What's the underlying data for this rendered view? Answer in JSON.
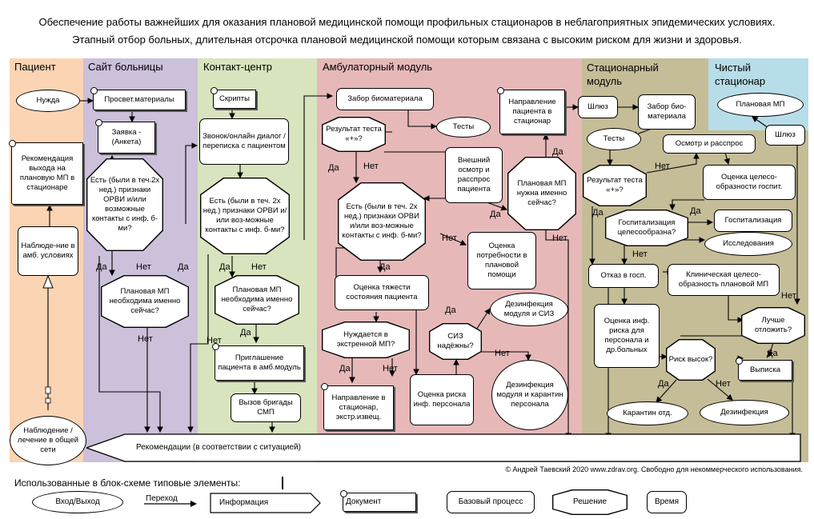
{
  "title": {
    "line1": "Обеспечение работы важнейших для оказания плановой медицинской помощи профильных стационаров в неблагоприятных эпидемических условиях.",
    "line2": "Этапный отбор больных, длительная отсрочка плановой медицинской помощи которым связана с высоким риском для жизни и здоровья."
  },
  "lanes": {
    "patient": "Пациент",
    "site": "Сайт больницы",
    "contact": "Контакт-центр",
    "ambulatory": "Амбулаторный модуль",
    "inpatient": "Стационарный модуль",
    "clean": "Чистый стационар"
  },
  "colors": {
    "patient": "#fbd4b4",
    "site": "#ccc0da",
    "contact": "#d7e4bd",
    "ambulatory": "#e6b9b8",
    "inpatient": "#c4bd97",
    "clean": "#b7dde8"
  },
  "nodes": {
    "need": "Нужда",
    "recommendation_exit": "Рекомендация выхода на плановую МП в стационаре",
    "observation_amb": "Наблюде-ние в амб. условиях",
    "observation_general": "Наблюдение /лечение в общей сети",
    "edu_materials": "Просвет.материалы",
    "application": "Заявка - (Анкета)",
    "site_arvi": "Есть (были в теч.2х нед.) признаки ОРВИ и/или возможные контакты с инф. б-ми?",
    "site_planned": "Плановая МП необходима именно сейчас?",
    "scripts": "Скрипты",
    "call_dialog": "Звонок/онлайн диалог /переписка с пациентом",
    "contact_arvi": "Есть (были в теч. 2х нед.) признаки ОРВИ и/или воз-можные контакты с инф. б-ми?",
    "contact_planned": "Плановая МП необходима именно сейчас?",
    "invitation": "Приглашение пациента в амб.модуль",
    "ambulance": "Вызов бригады СМП",
    "biomaterial": "Забор биоматериала",
    "tests": "Тесты",
    "test_result": "Результат теста «+»?",
    "exam": "Внешний осмотр и расспрос пациента",
    "amb_arvi": "Есть (были в теч. 2х нед.) признаки ОРВИ и/или воз-можные контакты с инф. б-ми?",
    "planned_needed": "Плановая МП нужна именно сейчас?",
    "referral_hospital": "Направление пациента в стационар",
    "need_assess": "Оценка потребности в плановой помощи",
    "severity": "Оценка тяжести состояния пациента",
    "emergency": "Нуждается в экстренной МП?",
    "ppe_ok": "СИЗ надёжны?",
    "disinfection_module": "Дезинфекция модуля и СИЗ",
    "referral_emergency": "Направление в стационар, экстр.извещ.",
    "staff_risk": "Оценка риска инф. персонала",
    "disinfection_quarantine": "Дезинфекция модуля и карантин персонала",
    "airlock1": "Шлюз",
    "biomaterial2": "Забор био-материала",
    "tests2": "Тесты",
    "test_result2": "Результат теста «+»?",
    "exam2": "Осмотр и расспрос",
    "hosp_appropriate": "Госпитализация целесообразна?",
    "hosp_eval": "Оценка целесо-образности госпит.",
    "hospitalization": "Госпитализация",
    "research": "Исследования",
    "refusal": "Отказ в госп.",
    "clinical_eval": "Клиническая целесо-образность плановой МП",
    "risk_eval": "Оценка инф. риска для персонала и др.больных",
    "risk_high": "Риск высок?",
    "postpone": "Лучше отложить?",
    "discharge": "Выписка",
    "quarantine": "Карантин отд.",
    "disinfection": "Дезинфекция",
    "planned_mp": "Плановая МП",
    "airlock2": "Шлюз",
    "recommendations": "Рекомендации (в соответствии с ситуацией)"
  },
  "labels": {
    "yes": "Да",
    "no": "Нет"
  },
  "credit": "© Андрей Таевский 2020 www.zdrav.org. Свободно для некоммерческого использования.",
  "legend": {
    "title": "Использованные в блок-схеме типовые элементы:",
    "io": "Вход/Выход",
    "transition": "Переход",
    "information": "Информация",
    "document": "Документ",
    "process": "Базовый процесс",
    "decision": "Решение",
    "time": "Время"
  }
}
